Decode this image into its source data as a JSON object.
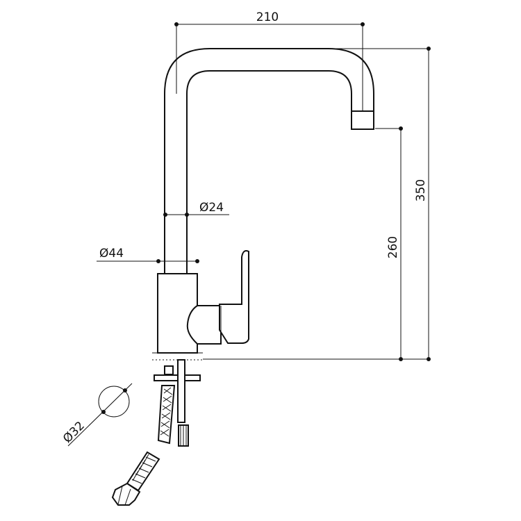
{
  "dimensions": {
    "width_label": "210",
    "total_height_label": "350",
    "spout_height_label": "260",
    "spout_diameter_label": "Ø24",
    "body_diameter_label": "Ø44",
    "hole_diameter_label": "Ø32"
  },
  "colors": {
    "line": "#111111",
    "background": "#ffffff"
  }
}
